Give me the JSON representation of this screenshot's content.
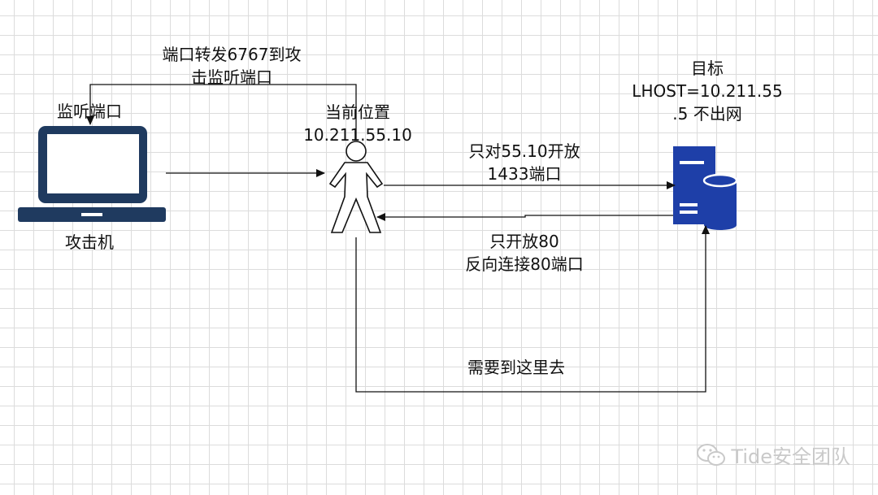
{
  "labels": {
    "forward_port": "端口转发6767到攻\n击监听端口",
    "listen_port": "监听端口",
    "attacker": "攻击机",
    "current_position": "当前位置\n10.211.55.10",
    "target": "目标\nLHOST=10.211.55\n.5 不出网",
    "only_open_to": "只对55.10开放\n1433端口",
    "reverse_connect": "只开放80\n反向连接80端口",
    "need_to_go": "需要到这里去"
  },
  "watermark": {
    "text": "Tide安全团队",
    "icon": "wechat-icon"
  },
  "colors": {
    "device": "#1f3a5f",
    "server": "#1e3fa8",
    "line": "#111111",
    "grid": "#dcdcdc"
  }
}
